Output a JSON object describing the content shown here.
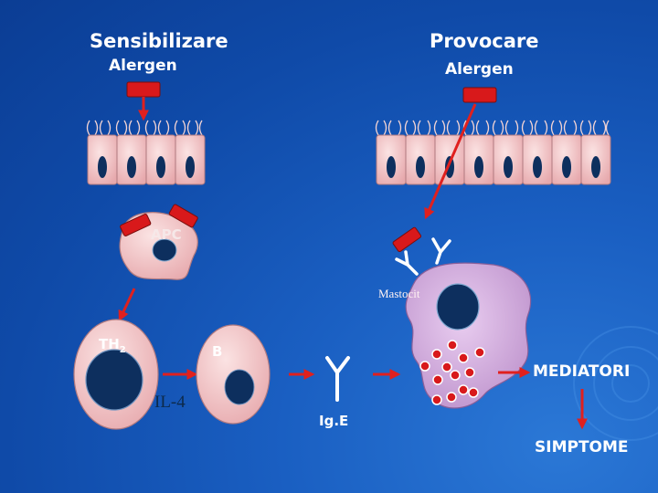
{
  "phases": {
    "sensitize": {
      "title": "Sensibilizare",
      "agent": "Alergen"
    },
    "provoke": {
      "title": "Provocare",
      "agent": "Alergen"
    }
  },
  "cells": {
    "apc": "APC",
    "th2": "TH",
    "th2_sub": "2",
    "b": "B",
    "mast": "Mastocit"
  },
  "molecules": {
    "il4": "IL-4",
    "ige": "Ig.E"
  },
  "outcomes": {
    "mediators": "MEDIATORI",
    "symptoms": "SIMPTOME"
  },
  "colors": {
    "membrane": "#f2c5c5",
    "nucleus": "#0d2f5e",
    "allergen": "#d8191b",
    "mast": "#cfa6dc",
    "arrow": "#e0201e"
  }
}
